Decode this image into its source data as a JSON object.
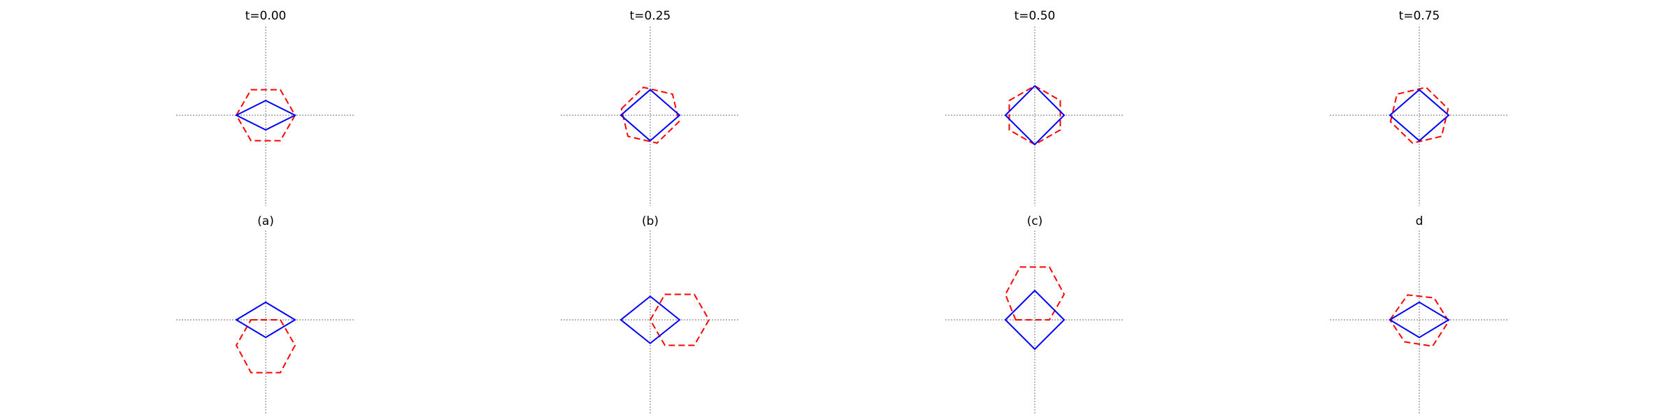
{
  "colors": {
    "solid_shape": "#0000ff",
    "dashed_shape": "#ff0000",
    "axes": "#8c8c8c"
  },
  "panels": [
    {
      "title": "t=0.00",
      "solid_shape": "diamond",
      "dashed_shape": "hexagon",
      "solid": [
        [
          -1,
          0
        ],
        [
          0,
          0.5
        ],
        [
          1,
          0
        ],
        [
          0,
          -0.5
        ]
      ],
      "dashed": [
        [
          -1,
          0
        ],
        [
          -0.5,
          0.87
        ],
        [
          0.5,
          0.87
        ],
        [
          1,
          0
        ],
        [
          0.5,
          -0.87
        ],
        [
          -0.5,
          -0.87
        ]
      ]
    },
    {
      "title": "t=0.25",
      "solid_shape": "diamond",
      "dashed_shape": "hexagon",
      "solid": [
        [
          -1,
          0
        ],
        [
          0,
          0.87
        ],
        [
          1,
          0
        ],
        [
          0,
          -0.87
        ]
      ],
      "dashed": [
        [
          -0.98,
          0.22
        ],
        [
          -0.23,
          0.95
        ],
        [
          0.76,
          0.72
        ],
        [
          0.98,
          -0.22
        ],
        [
          0.23,
          -0.95
        ],
        [
          -0.76,
          -0.72
        ]
      ]
    },
    {
      "title": "t=0.50",
      "solid_shape": "diamond",
      "dashed_shape": "hexagon",
      "solid": [
        [
          -1,
          0
        ],
        [
          0,
          1
        ],
        [
          1,
          0
        ],
        [
          0,
          -1
        ]
      ],
      "dashed": [
        [
          -0.87,
          0.5
        ],
        [
          0,
          1
        ],
        [
          0.87,
          0.5
        ],
        [
          0.87,
          -0.5
        ],
        [
          0,
          -1
        ],
        [
          -0.87,
          -0.5
        ]
      ]
    },
    {
      "title": "t=0.75",
      "solid_shape": "diamond",
      "dashed_shape": "hexagon",
      "solid": [
        [
          -1,
          0
        ],
        [
          0,
          0.87
        ],
        [
          1,
          0
        ],
        [
          0,
          -0.87
        ]
      ],
      "dashed": [
        [
          -0.98,
          -0.22
        ],
        [
          -0.76,
          0.72
        ],
        [
          0.23,
          0.95
        ],
        [
          0.98,
          0.22
        ],
        [
          0.76,
          -0.72
        ],
        [
          -0.23,
          -0.95
        ]
      ]
    },
    {
      "title": "(a)",
      "solid_shape": "diamond",
      "dashed_shape": "hexagon",
      "solid": [
        [
          -1,
          0
        ],
        [
          0,
          0.6
        ],
        [
          1,
          0
        ],
        [
          0,
          -0.6
        ]
      ],
      "dashed": [
        [
          -0.5,
          0
        ],
        [
          0,
          0
        ],
        [
          0.5,
          0
        ],
        [
          1,
          -0.87
        ],
        [
          0.5,
          -1.8
        ],
        [
          -0.5,
          -1.8
        ],
        [
          -1,
          -0.87
        ],
        [
          -0.5,
          0
        ]
      ]
    },
    {
      "title": "(b)",
      "solid_shape": "diamond",
      "dashed_shape": "hexagon",
      "solid": [
        [
          -1,
          0
        ],
        [
          0,
          0.8
        ],
        [
          1,
          0
        ],
        [
          0,
          -0.8
        ]
      ],
      "dashed": [
        [
          0,
          0
        ],
        [
          0.5,
          0.87
        ],
        [
          1.5,
          0.87
        ],
        [
          2,
          0
        ],
        [
          1.5,
          -0.87
        ],
        [
          0.5,
          -0.87
        ]
      ]
    },
    {
      "title": "(c)",
      "solid_shape": "diamond",
      "dashed_shape": "hexagon",
      "solid": [
        [
          -1,
          0
        ],
        [
          0,
          1
        ],
        [
          1,
          0
        ],
        [
          0,
          -1
        ]
      ],
      "dashed": [
        [
          -0.65,
          0
        ],
        [
          0.5,
          0
        ],
        [
          1,
          0.87
        ],
        [
          0.5,
          1.8
        ],
        [
          -0.5,
          1.8
        ],
        [
          -1,
          0.87
        ],
        [
          -0.65,
          0
        ]
      ]
    },
    {
      "title": "d",
      "solid_shape": "diamond",
      "dashed_shape": "hexagon",
      "solid": [
        [
          -1,
          0
        ],
        [
          0,
          0.6
        ],
        [
          1,
          0
        ],
        [
          0,
          -0.6
        ]
      ],
      "dashed": [
        [
          -1,
          0
        ],
        [
          -0.4,
          0.85
        ],
        [
          0.5,
          0.75
        ],
        [
          1,
          -0.05
        ],
        [
          0.45,
          -0.9
        ],
        [
          -0.5,
          -0.75
        ]
      ]
    }
  ]
}
